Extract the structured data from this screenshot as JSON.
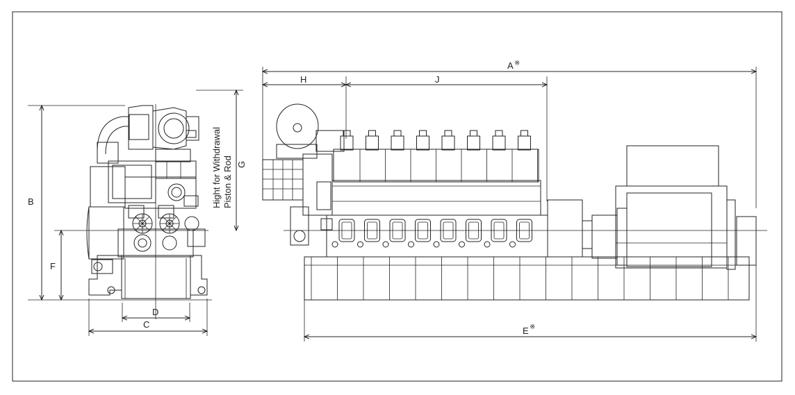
{
  "dimensions": {
    "a": "A",
    "a_mark": "※",
    "b": "B",
    "c": "C",
    "d": "D",
    "e": "E",
    "e_mark": "※",
    "f": "F",
    "g": "G",
    "h": "H",
    "j": "J"
  },
  "withdrawal_label": {
    "line1": "Hight for Withdrawal",
    "line2": "Piston & Rod"
  }
}
